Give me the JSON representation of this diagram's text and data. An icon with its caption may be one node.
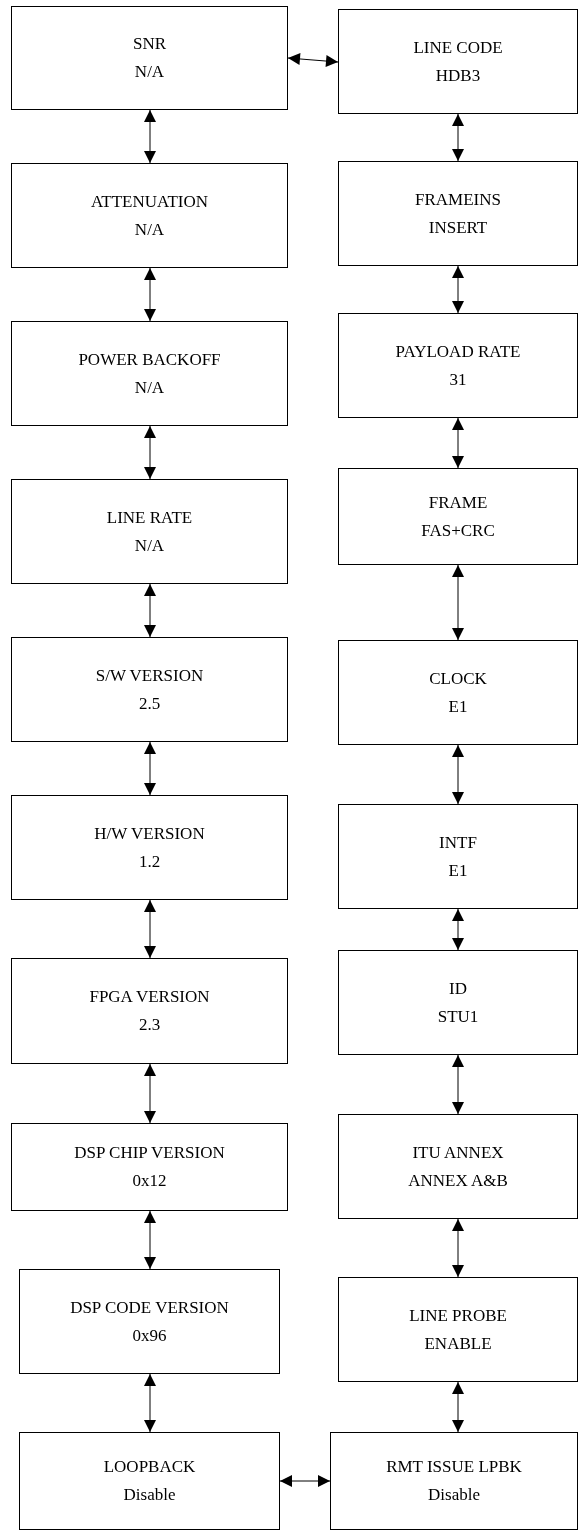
{
  "diagram": {
    "nodes": [
      {
        "text": [
          "SNR",
          "N/A"
        ]
      },
      {
        "text": [
          "ATTENUATION",
          "N/A"
        ]
      },
      {
        "text": [
          "POWER BACKOFF",
          "N/A"
        ]
      },
      {
        "text": [
          "LINE RATE",
          "N/A"
        ]
      },
      {
        "text": [
          "S/W VERSION",
          "2.5"
        ]
      },
      {
        "text": [
          "H/W VERSION",
          "1.2"
        ]
      },
      {
        "text": [
          "FPGA VERSION",
          "2.3"
        ]
      },
      {
        "text": [
          "DSP CHIP VERSION",
          "0x12"
        ]
      },
      {
        "text": [
          "DSP CODE VERSION",
          "0x96"
        ]
      },
      {
        "text": [
          "LOOPBACK",
          "Disable"
        ]
      },
      {
        "text": [
          "LINE CODE",
          "HDB3"
        ]
      },
      {
        "text": [
          "FRAMEINS",
          "INSERT"
        ]
      },
      {
        "text": [
          "PAYLOAD RATE",
          "31"
        ]
      },
      {
        "text": [
          "FRAME",
          "FAS+CRC"
        ]
      },
      {
        "text": [
          "CLOCK",
          "E1"
        ]
      },
      {
        "text": [
          "INTF",
          "E1"
        ]
      },
      {
        "text": [
          "ID",
          "STU1"
        ]
      },
      {
        "text": [
          "ITU ANNEX",
          "ANNEX A&B"
        ]
      },
      {
        "text": [
          "LINE PROBE",
          "ENABLE"
        ]
      },
      {
        "text": [
          "RMT ISSUE LPBK",
          "Disable"
        ]
      }
    ],
    "edges": [
      {
        "from": 0,
        "to": 10,
        "arrow": "both"
      },
      {
        "from": 0,
        "to": 1,
        "arrow": "both"
      },
      {
        "from": 1,
        "to": 2,
        "arrow": "both"
      },
      {
        "from": 2,
        "to": 3,
        "arrow": "both"
      },
      {
        "from": 3,
        "to": 4,
        "arrow": "both"
      },
      {
        "from": 4,
        "to": 5,
        "arrow": "both"
      },
      {
        "from": 5,
        "to": 6,
        "arrow": "both"
      },
      {
        "from": 6,
        "to": 7,
        "arrow": "both"
      },
      {
        "from": 7,
        "to": 8,
        "arrow": "both"
      },
      {
        "from": 8,
        "to": 9,
        "arrow": "both"
      },
      {
        "from": 10,
        "to": 11,
        "arrow": "both"
      },
      {
        "from": 11,
        "to": 12,
        "arrow": "both"
      },
      {
        "from": 12,
        "to": 13,
        "arrow": "both"
      },
      {
        "from": 13,
        "to": 14,
        "arrow": "both"
      },
      {
        "from": 14,
        "to": 15,
        "arrow": "both"
      },
      {
        "from": 15,
        "to": 16,
        "arrow": "both"
      },
      {
        "from": 16,
        "to": 17,
        "arrow": "both"
      },
      {
        "from": 17,
        "to": 18,
        "arrow": "both"
      },
      {
        "from": 18,
        "to": 19,
        "arrow": "both"
      },
      {
        "from": 9,
        "to": 19,
        "arrow": "both"
      }
    ]
  }
}
